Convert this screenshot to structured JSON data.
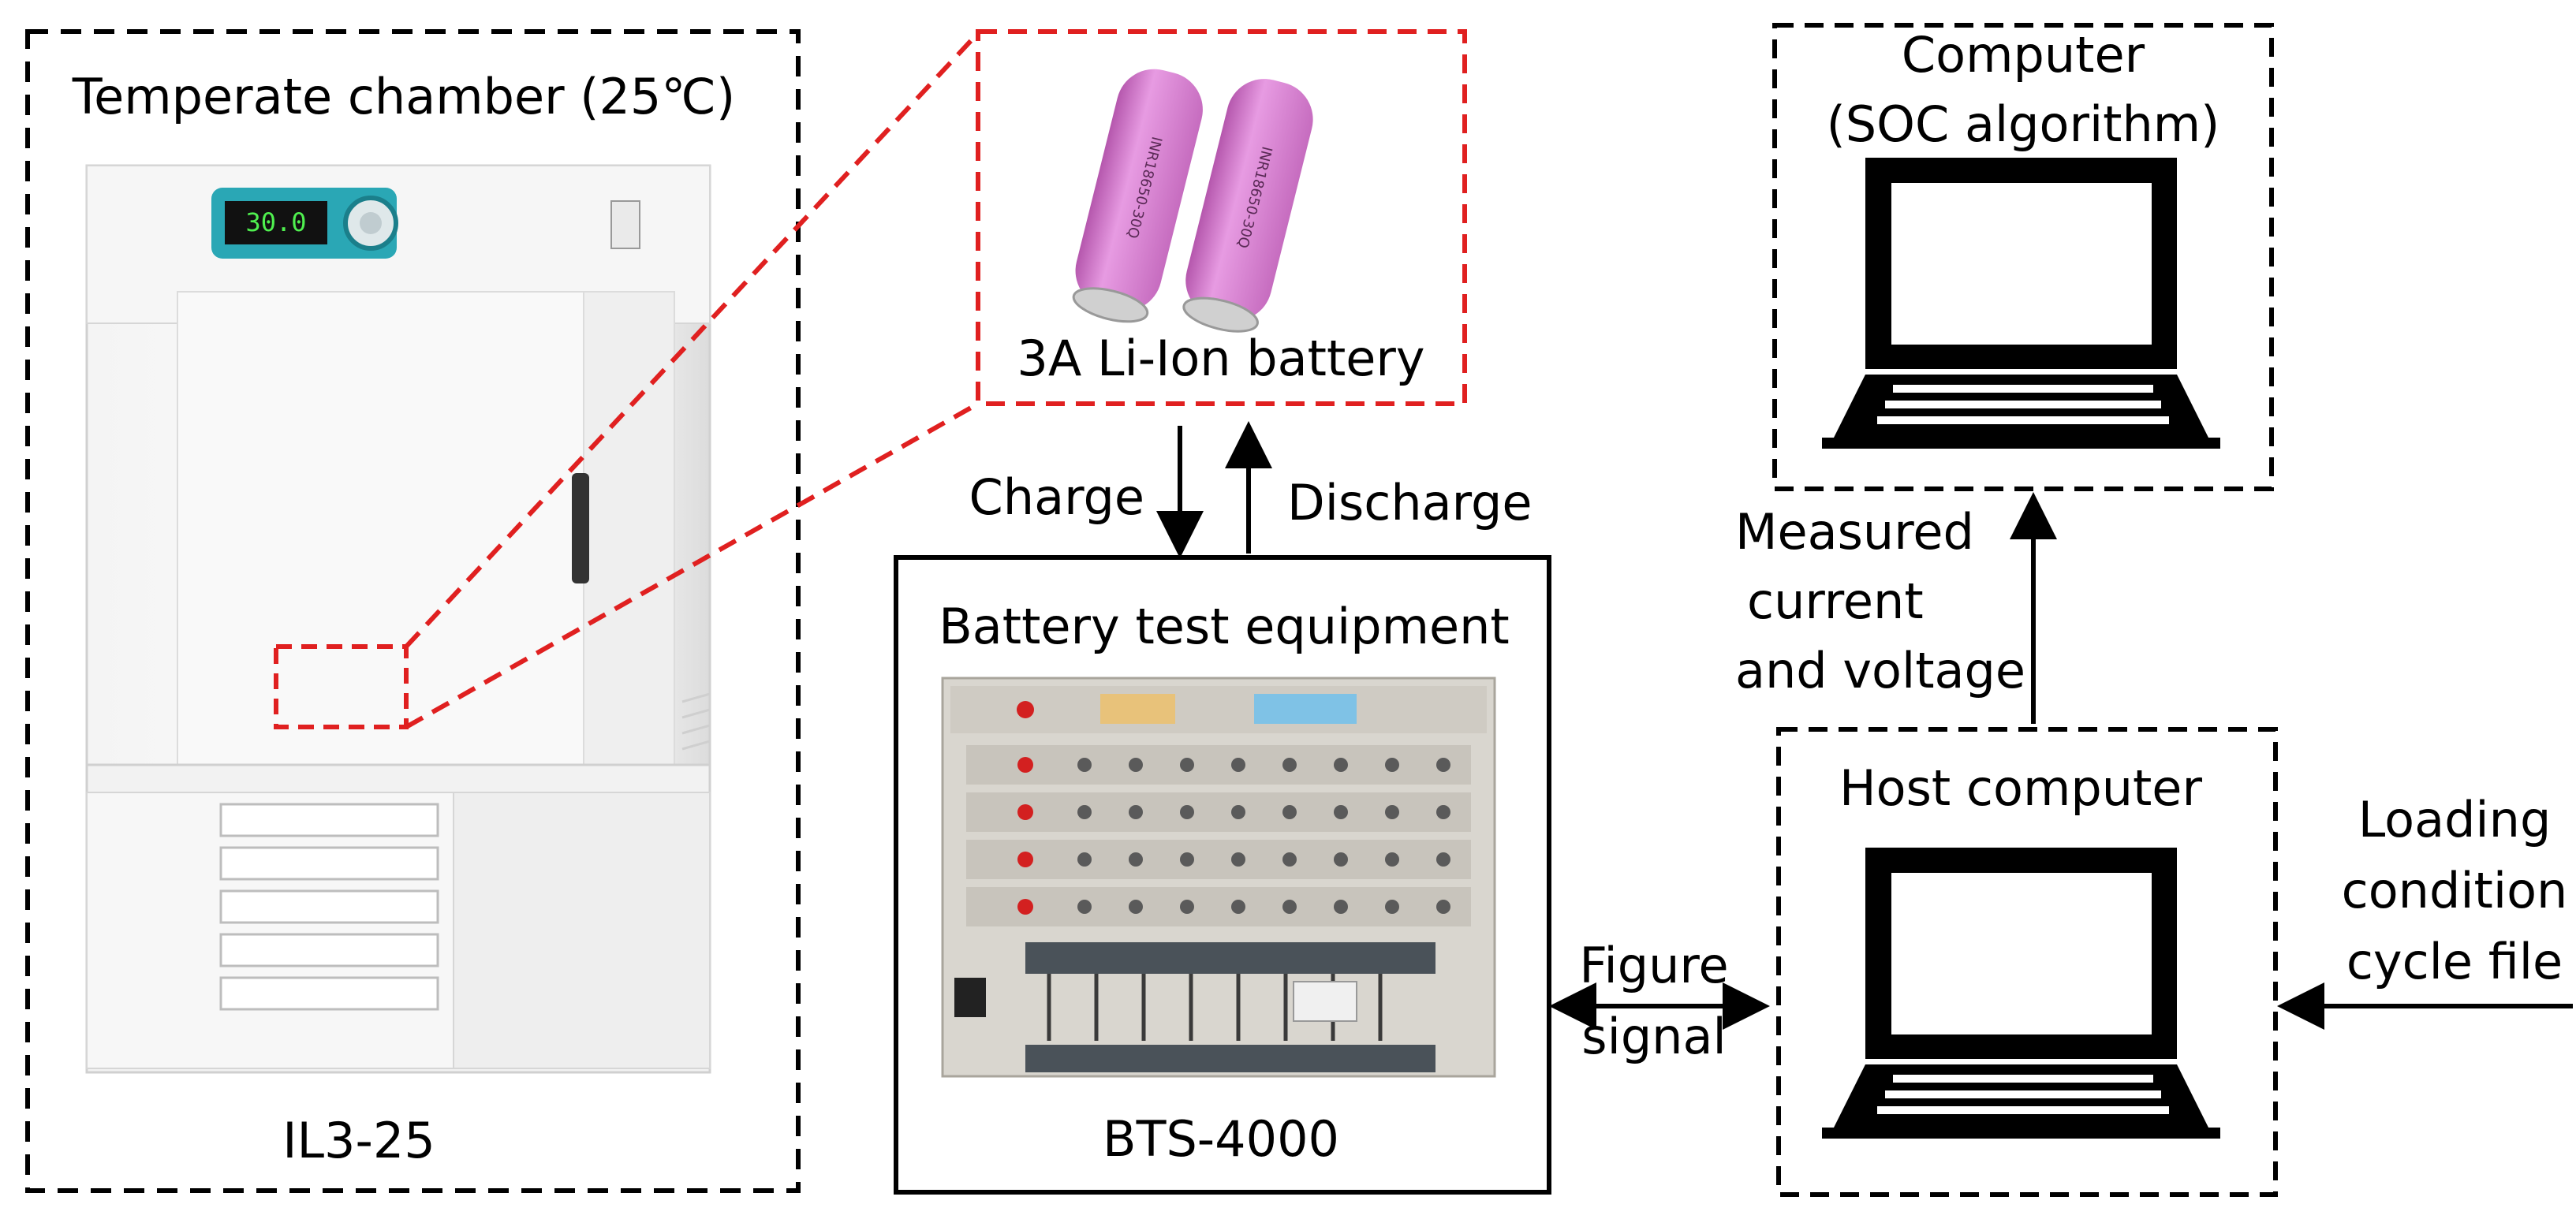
{
  "chamber": {
    "title": "Temperate chamber (25℃)",
    "model": "IL3-25",
    "display_reading": "30.0"
  },
  "battery": {
    "label": "3A Li-Ion battery",
    "colors": {
      "cell": "#d97fd2",
      "cell_shadow": "#b557ad",
      "terminal": "#c9c9c9"
    }
  },
  "links": {
    "charge": "Charge",
    "discharge": "Discharge",
    "figure_signal": [
      "Figure",
      "signal"
    ],
    "measured": [
      "Measured",
      "current",
      "and voltage"
    ],
    "loading": [
      "Loading",
      "condition",
      "cycle file"
    ]
  },
  "tester": {
    "title": "Battery test equipment",
    "model": "BTS-4000"
  },
  "computer": {
    "title": [
      "Computer",
      "(SOC algorithm)"
    ]
  },
  "host": {
    "title": "Host computer"
  },
  "colors": {
    "dashed_black": "#000000",
    "dashed_red": "#e02020",
    "panel_teal": "#2aa7b5"
  }
}
